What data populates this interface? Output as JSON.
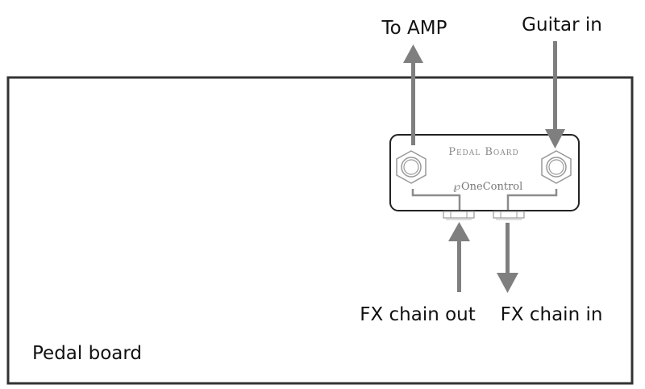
{
  "diagram": {
    "board_label": "Pedal board",
    "pedal": {
      "title": "Pedal Board",
      "brand": "OneControl"
    },
    "labels": {
      "to_amp": "To AMP",
      "guitar_in": "Guitar in",
      "fx_chain_out": "FX chain out",
      "fx_chain_in": "FX chain in"
    },
    "colors": {
      "outline": "#333333",
      "arrow": "#7f7f7f",
      "pedal_line": "#8c8c8c",
      "text": "#111111"
    }
  }
}
